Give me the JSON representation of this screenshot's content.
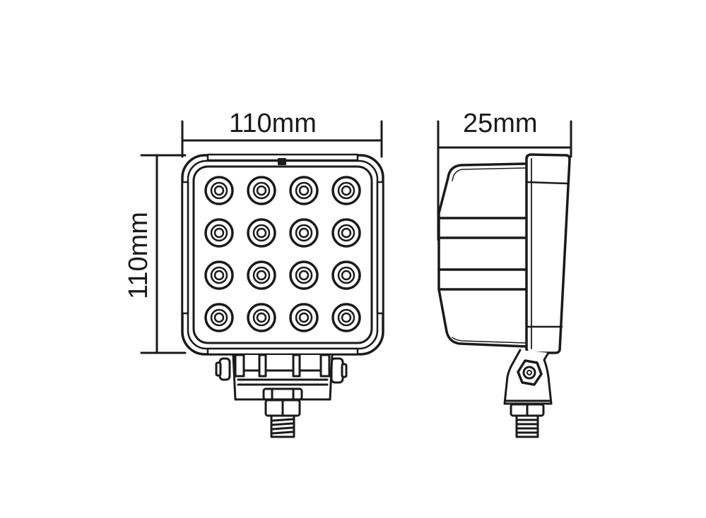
{
  "diagram": {
    "type": "technical-dimension-drawing",
    "subject": "square LED work light",
    "stroke_color": "#1a1a1a",
    "background": "#ffffff",
    "views": [
      {
        "name": "front-view",
        "led_grid": {
          "rows": 4,
          "cols": 4,
          "count": 16
        },
        "dimensions": {
          "width": {
            "label": "110mm",
            "orientation": "horizontal"
          },
          "height": {
            "label": "110mm",
            "orientation": "vertical"
          }
        },
        "mount": "bracket with side bolts and threaded stud"
      },
      {
        "name": "side-view",
        "dimensions": {
          "depth": {
            "label": "25mm",
            "orientation": "horizontal"
          }
        },
        "mount": "pivot bracket with hex bolt and threaded stud"
      }
    ]
  }
}
